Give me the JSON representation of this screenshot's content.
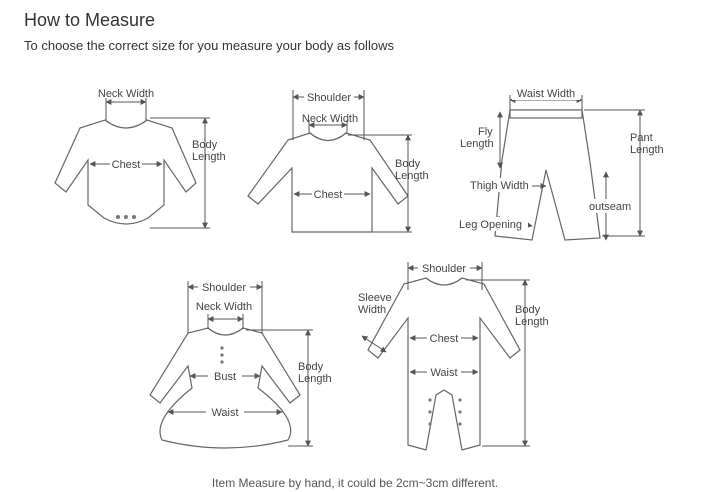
{
  "header": {
    "title": "How to Measure",
    "subtitle": "To choose the correct size for you measure your body as follows"
  },
  "diagrams": {
    "bodysuit": {
      "neck_width": "Neck Width",
      "chest": "Chest",
      "body_length_1": "Body",
      "body_length_2": "Length"
    },
    "shirt": {
      "shoulder": "Shoulder",
      "neck_width": "Neck Width",
      "chest": "Chest",
      "body_length_1": "Body",
      "body_length_2": "Length"
    },
    "pants": {
      "waist_width": "Waist Width",
      "fly_length_1": "Fly",
      "fly_length_2": "Length",
      "pant_length_1": "Pant",
      "pant_length_2": "Length",
      "thigh_width": "Thigh Width",
      "outseam": "outseam",
      "leg_opening": "Leg Opening"
    },
    "dress": {
      "shoulder": "Shoulder",
      "neck_width": "Neck Width",
      "bust": "Bust",
      "waist": "Waist",
      "body_length_1": "Body",
      "body_length_2": "Length"
    },
    "romper": {
      "shoulder": "Shoulder",
      "sleeve_width_1": "Sleeve",
      "sleeve_width_2": "Width",
      "chest": "Chest",
      "waist": "Waist",
      "body_length_1": "Body",
      "body_length_2": "Length"
    }
  },
  "footer": {
    "note": "Item Measure by hand, it could be 2cm~3cm different."
  }
}
